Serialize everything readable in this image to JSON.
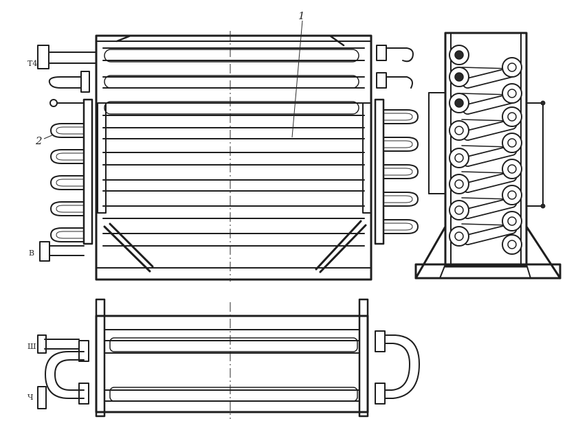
{
  "labels": {
    "callout_1": "1",
    "callout_2": "2"
  },
  "nozzle_labels": {
    "top_left": "Т4",
    "lower_left": "В",
    "plan_upper": "Ш",
    "plan_lower": "Ч"
  },
  "colors": {
    "ink": "#1e1e1e",
    "paper": "#ffffff"
  }
}
